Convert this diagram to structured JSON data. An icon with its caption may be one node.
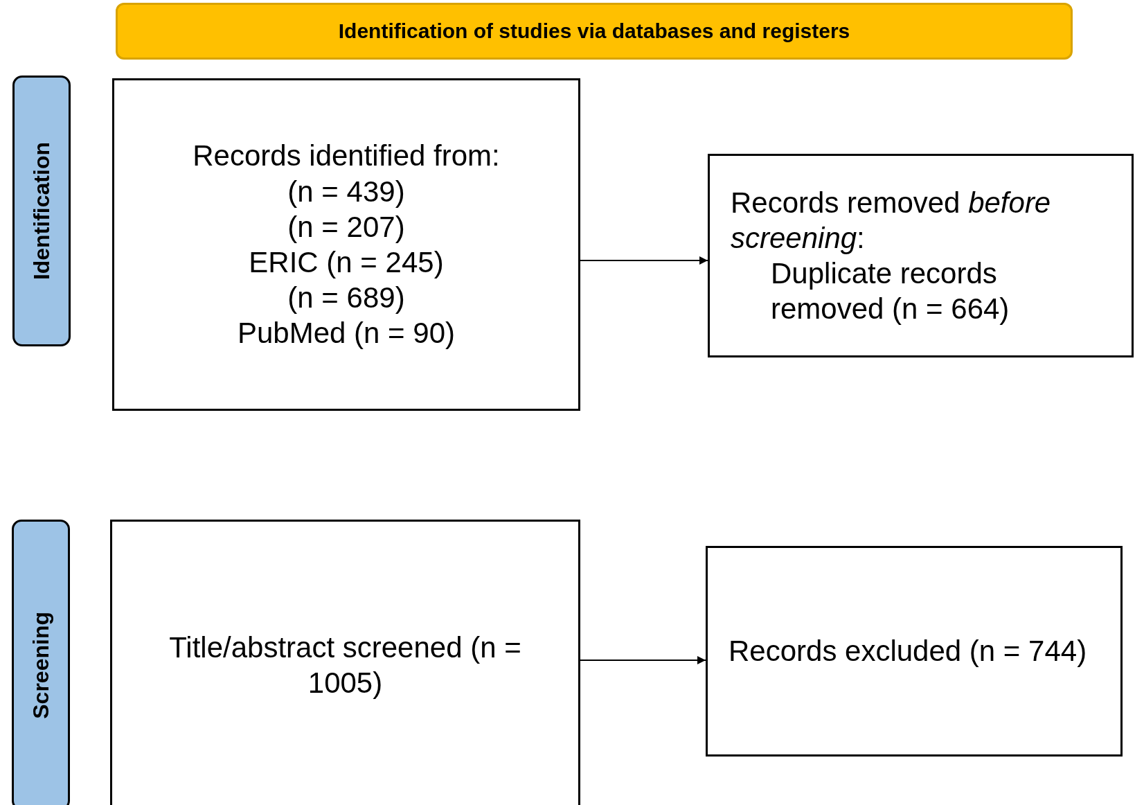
{
  "diagram": {
    "nodes": [
      {
        "text": [
          "Identification of studies via databases and registers"
        ]
      },
      {
        "text": [
          "Identification"
        ]
      },
      {
        "text": [
          "Records identified from:",
          "(n = 439)",
          "(n = 207)",
          "ERIC (n = 245)",
          "(n = 689)",
          "PubMed (n = 90)"
        ]
      },
      {
        "text": [
          "Records removed *before screening*:",
          "Duplicate records removed (n = 664)"
        ]
      },
      {
        "text": [
          "Screening"
        ]
      },
      {
        "text": [
          "Title/abstract screened (n = 1005)"
        ]
      },
      {
        "text": [
          "Records excluded (n = 744)"
        ]
      }
    ],
    "edges": [
      {
        "from": 2,
        "to": 3,
        "arrow": "to"
      },
      {
        "from": 5,
        "to": 6,
        "arrow": "to"
      }
    ]
  }
}
